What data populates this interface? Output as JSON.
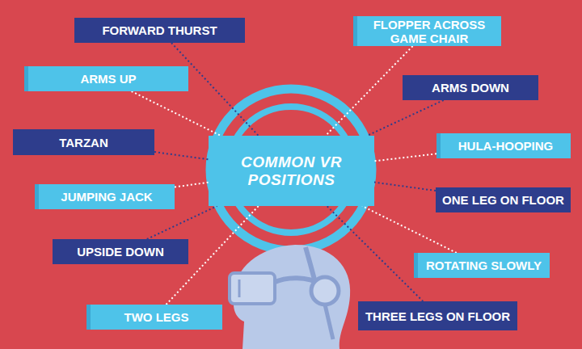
{
  "diagram": {
    "nodes": [
      {
        "text": [
          "COMMON VR POSITIONS"
        ]
      },
      {
        "text": [
          "FORWARD THURST"
        ]
      },
      {
        "text": [
          "FLOPPER ACROSS GAME CHAIR"
        ]
      },
      {
        "text": [
          "ARMS UP"
        ]
      },
      {
        "text": [
          "ARMS DOWN"
        ]
      },
      {
        "text": [
          "TARZAN"
        ]
      },
      {
        "text": [
          "HULA-HOOPING"
        ]
      },
      {
        "text": [
          "JUMPING JACK"
        ]
      },
      {
        "text": [
          "ONE LEG ON FLOOR"
        ]
      },
      {
        "text": [
          "UPSIDE DOWN"
        ]
      },
      {
        "text": [
          "ROTATING SLOWLY"
        ]
      },
      {
        "text": [
          "TWO LEGS"
        ]
      },
      {
        "text": [
          "THREE LEGS ON FLOOR"
        ]
      }
    ],
    "edges": [
      {
        "from": 1,
        "to": 0,
        "arrow": "none"
      },
      {
        "from": 2,
        "to": 0,
        "arrow": "none"
      },
      {
        "from": 3,
        "to": 0,
        "arrow": "none"
      },
      {
        "from": 4,
        "to": 0,
        "arrow": "none"
      },
      {
        "from": 5,
        "to": 0,
        "arrow": "none"
      },
      {
        "from": 6,
        "to": 0,
        "arrow": "none"
      },
      {
        "from": 7,
        "to": 0,
        "arrow": "none"
      },
      {
        "from": 8,
        "to": 0,
        "arrow": "none"
      },
      {
        "from": 9,
        "to": 0,
        "arrow": "none"
      },
      {
        "from": 10,
        "to": 0,
        "arrow": "none"
      },
      {
        "from": 11,
        "to": 0,
        "arrow": "none"
      },
      {
        "from": 12,
        "to": 0,
        "arrow": "none"
      }
    ]
  }
}
